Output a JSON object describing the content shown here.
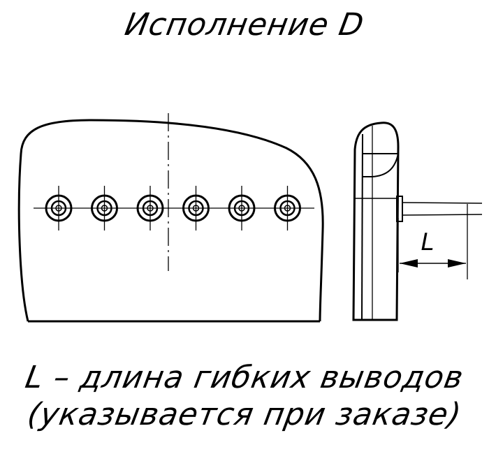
{
  "title": "Исполнение D",
  "dimension_label": "L",
  "note": {
    "line1": "L – длина гибких выводов",
    "line2": "(указывается при заказе)"
  },
  "terminals": {
    "count": 6
  }
}
